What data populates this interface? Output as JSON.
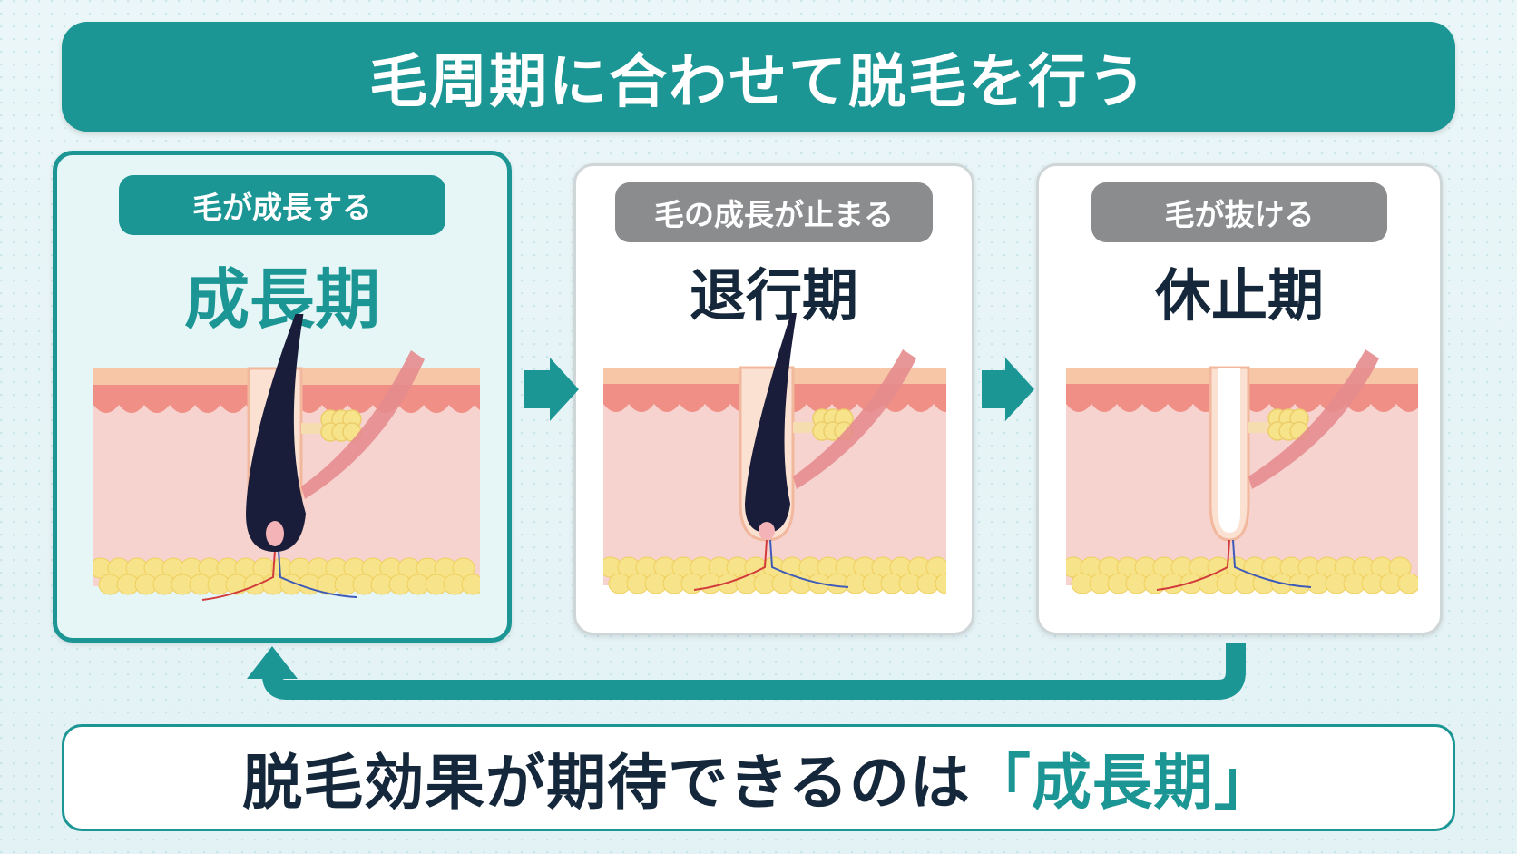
{
  "title": "毛周期に合わせて脱毛を行う",
  "stages": [
    {
      "tag": "毛が成長する",
      "name": "成長期",
      "active": true
    },
    {
      "tag": "毛の成長が止まる",
      "name": "退行期",
      "active": false
    },
    {
      "tag": "毛が抜ける",
      "name": "休止期",
      "active": false
    }
  ],
  "conclusion": {
    "prefix": "脱毛効果が期待できるのは",
    "highlight": "「成長期」"
  },
  "colors": {
    "teal": "#1b9694",
    "gray": "#8a8c8e",
    "navy": "#15273a",
    "skin": "#f7d3cf",
    "fat": "#f7e48a"
  },
  "icons": [
    "arrow-right-icon",
    "arrow-right-icon",
    "cycle-return-arrow-icon"
  ]
}
